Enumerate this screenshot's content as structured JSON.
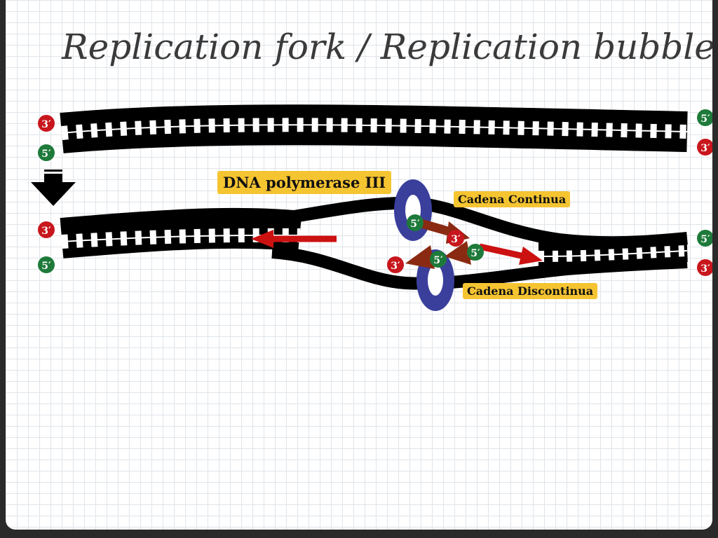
{
  "slide": {
    "title": "Replication fork / Replication bubble"
  },
  "labels": {
    "enzyme": "DNA polymerase III",
    "continuous_strand": "Cadena Continua",
    "discontinuous_strand": "Cadena Discontinua"
  },
  "ends": {
    "top_left_upper": "3′",
    "top_left_lower": "5′",
    "top_right_upper": "5′",
    "top_right_lower": "3′",
    "fork_left_upper": "3′",
    "fork_left_lower": "5′",
    "fork_right_upper": "5′",
    "fork_right_lower": "3′",
    "primer_upper_5": "5′",
    "primer_upper_3": "3′",
    "primer_mid_5": "5′",
    "okazaki_5": "5′",
    "okazaki_3": "3′"
  },
  "colors": {
    "three_prime_badge": "#c8161d",
    "five_prime_badge": "#1e7a3a",
    "label_background": "#f5c431",
    "polymerase_ring": "#3a3f9c",
    "arrow_red": "#cc1111",
    "arrow_brown": "#8a2a12"
  }
}
